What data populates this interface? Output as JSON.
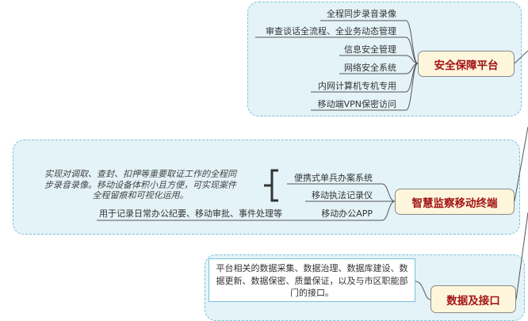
{
  "colors": {
    "region_fill": "#e3f3f8",
    "region_border": "#7cc2d6",
    "central_fill": "#fdf6dd",
    "central_text": "#a31414",
    "line": "#555555"
  },
  "sections": {
    "security": {
      "title": "安全保障平台",
      "items": [
        "全程同步录音录像",
        "审查谈话全流程、全业务动态管理",
        "信息安全管理",
        "网络安全系统",
        "内网计算机专机专用",
        "移动端VPN保密访问"
      ]
    },
    "mobile": {
      "title": "智慧监察移动终端",
      "items": [
        "便携式单兵办案系统",
        "移动执法记录仪",
        "移动办公APP"
      ],
      "note": "实现对调取、查封、扣押等重要取证工作的全程同步录音录像。移动设备体积小且方便，可实现案件全程留痕和可视化运用。",
      "app_detail": "用于记录日常办公纪要、移动审批、事件处理等"
    },
    "data": {
      "title": "数据及接口",
      "description": "平台相关的数据采集、数据治理、数据库建设、数据更新、数据保密、质量保证，以及与市区职能部门的接口。"
    }
  }
}
